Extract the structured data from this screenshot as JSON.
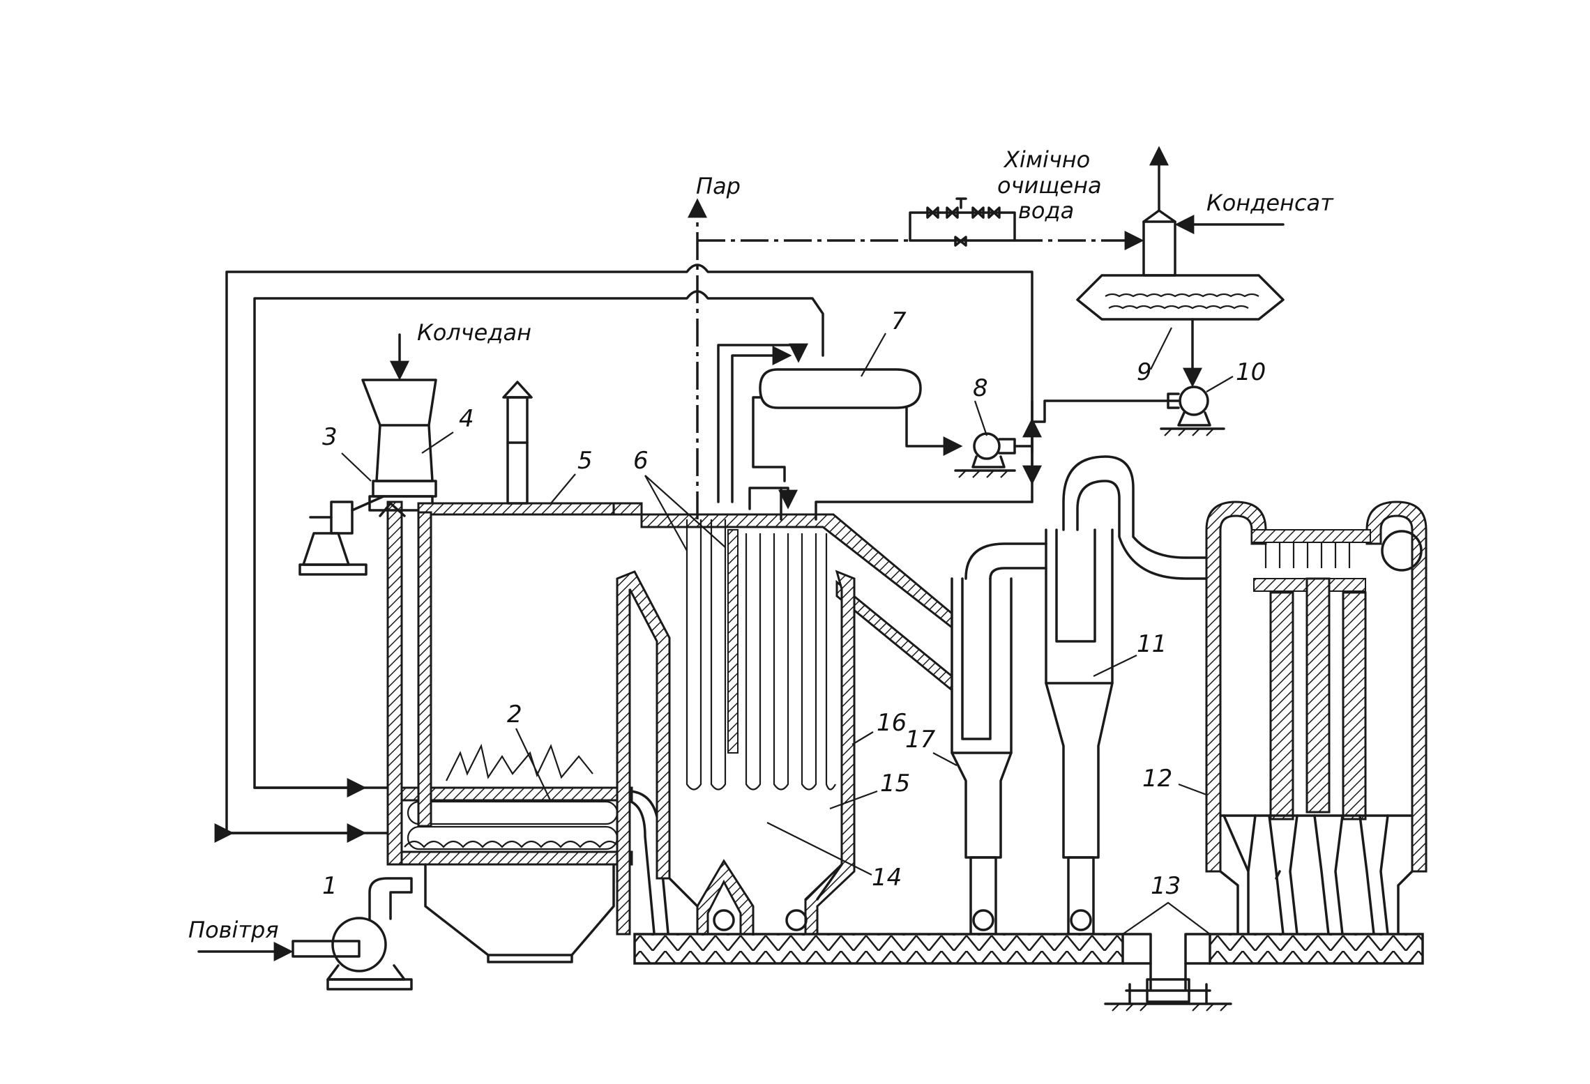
{
  "labels": {
    "steam": "Пар",
    "water_line1": "Хімічно",
    "water_line2": "очищена",
    "water_line3": "вода",
    "condensate": "Конденсат",
    "pyrite": "Колчедан",
    "air": "Повітря"
  },
  "numbers": [
    "1",
    "2",
    "3",
    "4",
    "5",
    "6",
    "7",
    "8",
    "9",
    "10",
    "11",
    "12",
    "13",
    "14",
    "15",
    "16",
    "17"
  ],
  "colors": {
    "ink": "#1a1a1a",
    "background": "#ffffff"
  }
}
